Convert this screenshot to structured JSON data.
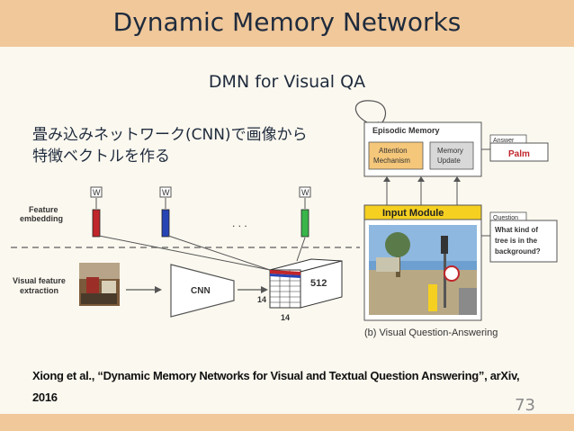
{
  "slide": {
    "title": "Dynamic Memory Networks",
    "subtitle": "DMN for Visual QA",
    "note_line1": "畳み込みネットワーク(CNN)で画像から",
    "note_line2": "特徴ベクトルを作る",
    "citation": "Xiong et al., “Dynamic Memory Networks for Visual and Textual Question Answering”, arXiv, 2016",
    "page_number": "73"
  },
  "figure": {
    "w_label": "W",
    "feature_embedding": [
      "Feature",
      "embedding"
    ],
    "visual_feature": [
      "Visual feature",
      "extraction"
    ],
    "cnn_label": "CNN",
    "dim_512": "512",
    "dim_14a": "14",
    "dim_14b": "14",
    "episodic_memory": "Episodic Memory",
    "attention_mechanism": [
      "Attention",
      "Mechanism"
    ],
    "memory_update": [
      "Memory",
      "Update"
    ],
    "answer_tag": "Answer",
    "answer_value": "Palm",
    "input_module": "Input Module",
    "question_tag": "Question",
    "question_text": [
      "What kind of",
      "tree is in the",
      "background?"
    ],
    "caption": "(b) Visual Question-Answering",
    "colors": {
      "red": "#c0262b",
      "blue": "#2744b4",
      "green": "#39b54a",
      "yellow": "#f5d020",
      "orange_box": "#f5c77a"
    }
  }
}
